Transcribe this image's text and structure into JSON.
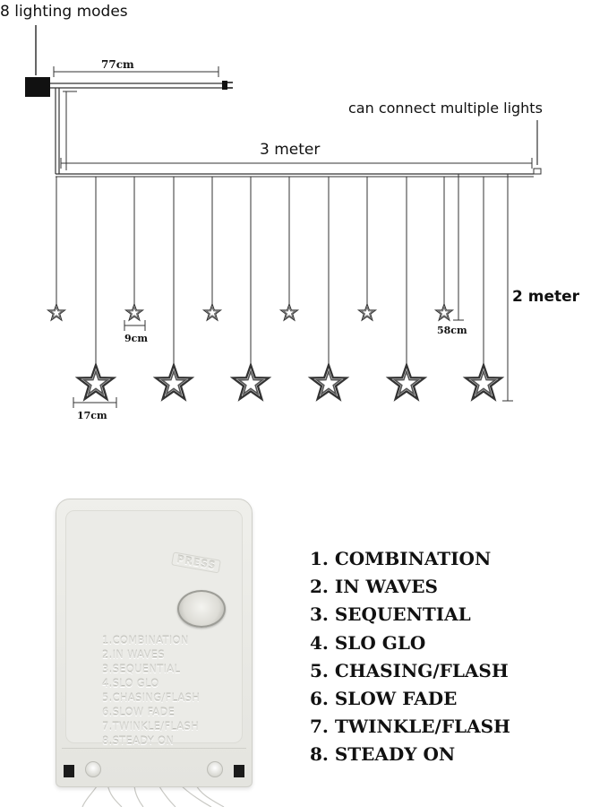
{
  "diagram": {
    "label_modes": "8 lighting modes",
    "label_cable": "77cm",
    "label_connect": "can connect multiple lights",
    "label_width": "3 meter",
    "label_height": "2 meter",
    "label_short_drop": "58cm",
    "label_small_star": "9cm",
    "label_big_star": "17cm"
  },
  "controller": {
    "press_label": "PRESS",
    "modes": [
      "1.COMBINATION",
      "2.IN WAVES",
      "3.SEQUENTIAL",
      "4.SLO GLO",
      "5.CHASING/FLASH",
      "6.SLOW FADE",
      "7.TWINKLE/FLASH",
      "8.STEADY ON"
    ]
  },
  "mode_list": {
    "items": [
      "1. COMBINATION",
      "2. IN WAVES",
      "3. SEQUENTIAL",
      "4. SLO GLO",
      "5. CHASING/FLASH",
      "6. SLOW FADE",
      "7. TWINKLE/FLASH",
      "8. STEADY ON"
    ]
  },
  "colors": {
    "line": "#333333",
    "text": "#111111",
    "controller_body": "#e8e8e4",
    "plug": "#111111"
  }
}
